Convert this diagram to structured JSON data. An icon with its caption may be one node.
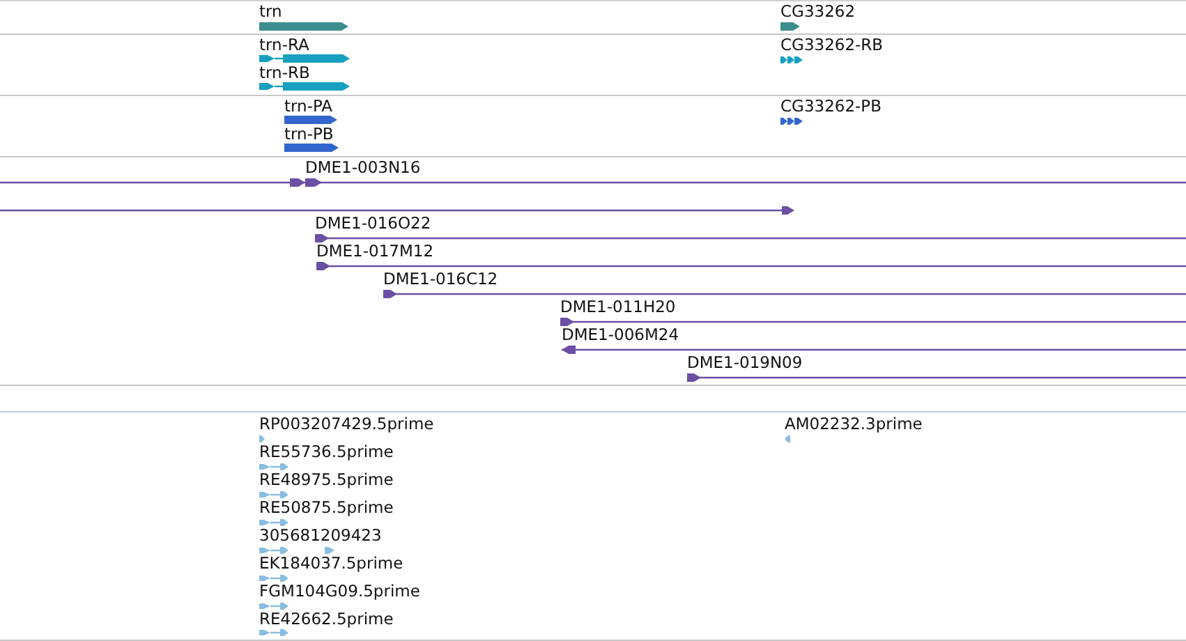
{
  "diagram": {
    "nodes": [
      {
        "text": [
          "trn"
        ]
      },
      {
        "text": [
          "CG33262"
        ]
      },
      {
        "text": [
          "trn-RA"
        ]
      },
      {
        "text": [
          "trn-RB"
        ]
      },
      {
        "text": [
          "CG33262-RB"
        ]
      },
      {
        "text": [
          "trn-PA"
        ]
      },
      {
        "text": [
          "trn-PB"
        ]
      },
      {
        "text": [
          "CG33262-PB"
        ]
      },
      {
        "text": [
          "DME1-003N16"
        ]
      },
      {
        "text": [],
        "shape": "bar"
      },
      {
        "text": [
          "DME1-016O22"
        ]
      },
      {
        "text": [
          "DME1-017M12"
        ]
      },
      {
        "text": [
          "DME1-016C12"
        ]
      },
      {
        "text": [
          "DME1-011H20"
        ]
      },
      {
        "text": [
          "DME1-006M24"
        ]
      },
      {
        "text": [
          "DME1-019N09"
        ]
      },
      {
        "text": [
          "RP003207429.5prime"
        ]
      },
      {
        "text": [
          "AM02232.3prime"
        ]
      },
      {
        "text": [
          "RE55736.5prime"
        ]
      },
      {
        "text": [
          "RE48975.5prime"
        ]
      },
      {
        "text": [
          "RE50875.5prime"
        ]
      },
      {
        "text": [
          "305681209423"
        ]
      },
      {
        "text": [
          "EK184037.5prime"
        ]
      },
      {
        "text": [
          "FGM104G09.5prime"
        ]
      },
      {
        "text": [
          "RE42662.5prime"
        ]
      }
    ]
  }
}
